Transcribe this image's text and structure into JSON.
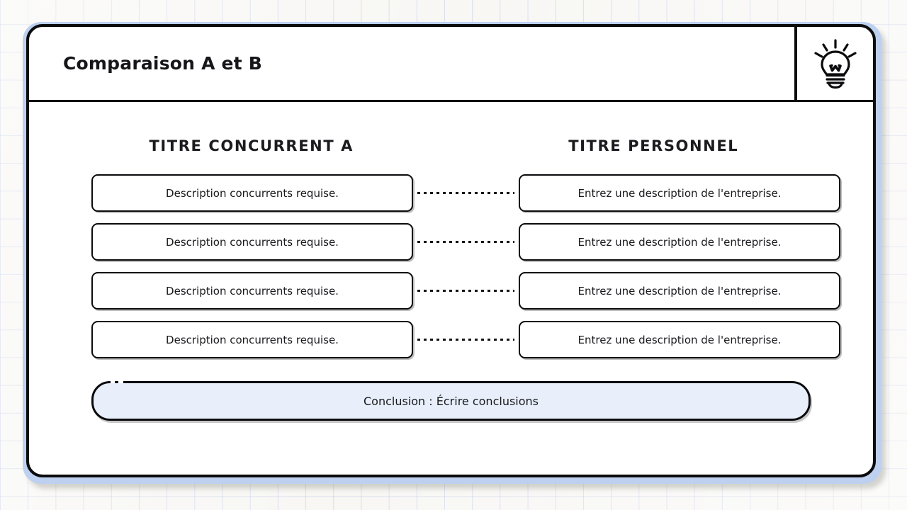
{
  "page": {
    "title": "Comparaison A et B",
    "header_icon": "lightbulb-icon",
    "accent_blue": "#bdd0f0",
    "pill_fill": "#e8effa",
    "ink": "#0b0b0d",
    "background": "#f7f6f3",
    "grid_line_color": "#96a5e1"
  },
  "columns": {
    "left_heading": "TITRE CONCURRENT A",
    "right_heading": "TITRE PERSONNEL"
  },
  "rows": [
    {
      "left": "Description concurrents requise.",
      "right": "Entrez une description de l'entreprise.",
      "connector": "dotted-line"
    },
    {
      "left": "Description concurrents requise.",
      "right": "Entrez une description de l'entreprise.",
      "connector": "dotted-line"
    },
    {
      "left": "Description concurrents requise.",
      "right": "Entrez une description de l'entreprise.",
      "connector": "dotted-line"
    },
    {
      "left": "Description concurrents requise.",
      "right": "Entrez une description de l'entreprise.",
      "connector": "dotted-line"
    }
  ],
  "conclusion": {
    "label": "Conclusion : Écrire conclusions"
  }
}
